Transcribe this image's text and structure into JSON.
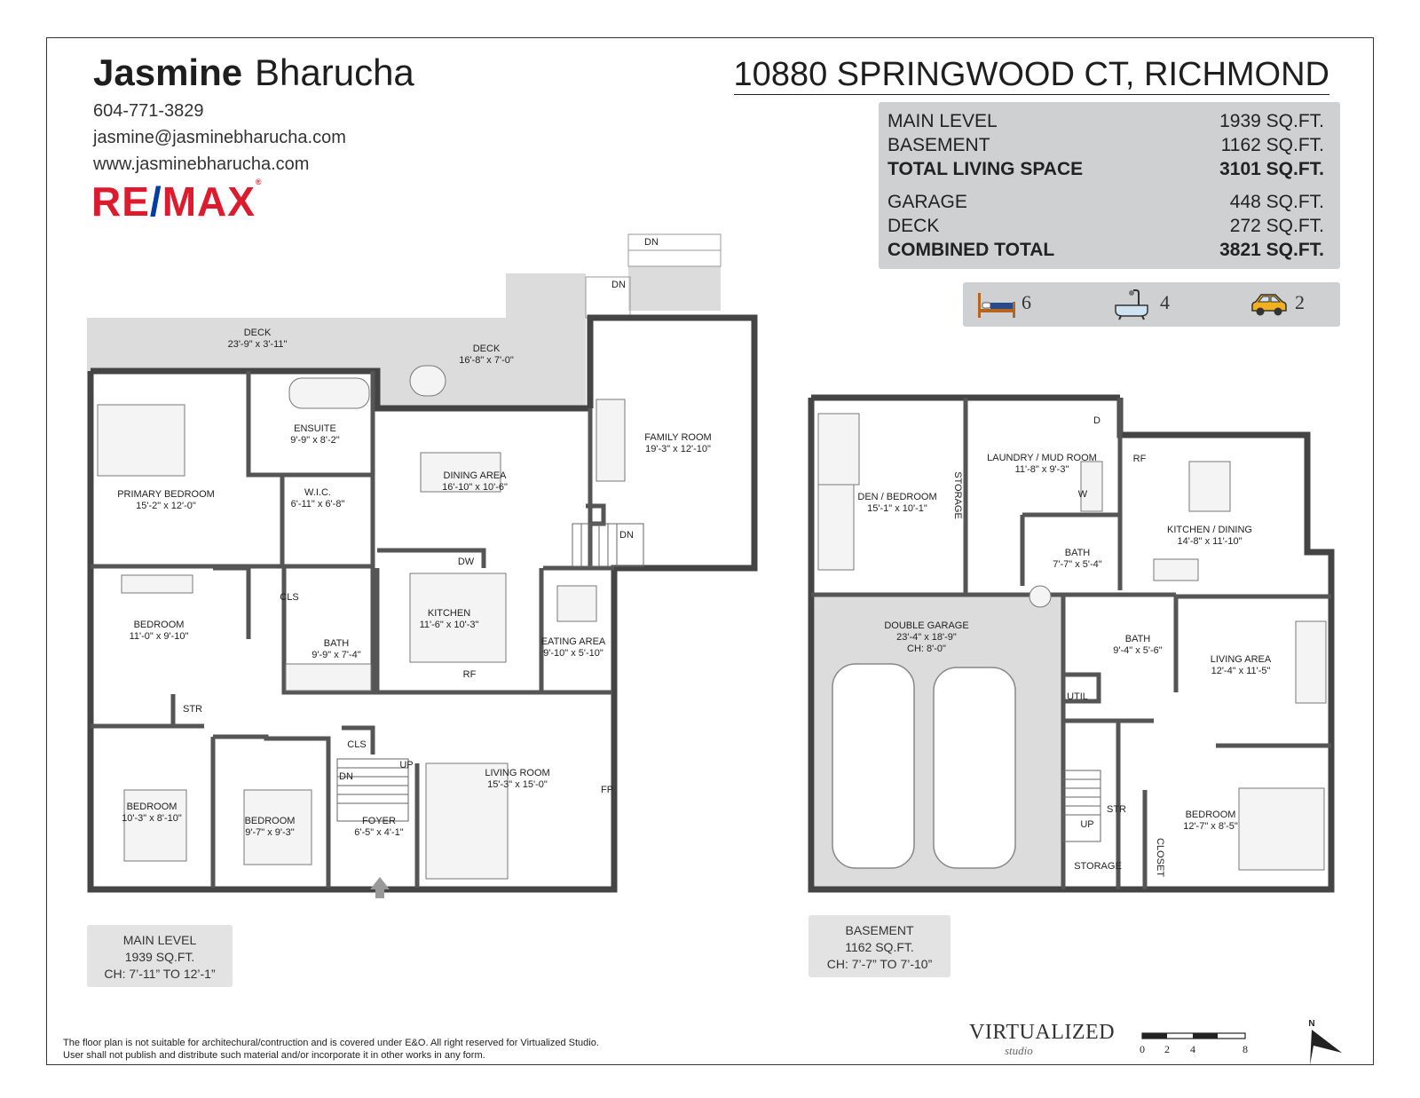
{
  "agent": {
    "first_name": "Jasmine",
    "last_name": "Bharucha",
    "phone": "604-771-3829",
    "email": "jasmine@jasminebharucha.com",
    "website": "www.jasminebharucha.com",
    "logo": {
      "re": "RE",
      "slash": "/",
      "max": "MAX",
      "mark": "®"
    }
  },
  "address": "10880 SPRINGWOOD CT, RICHMOND",
  "areas": [
    {
      "label": "MAIN LEVEL",
      "value": "1939 SQ.FT.",
      "bold": false
    },
    {
      "label": "BASEMENT",
      "value": "1162 SQ.FT.",
      "bold": false
    },
    {
      "label": "TOTAL LIVING SPACE",
      "value": "3101 SQ.FT.",
      "bold": true
    },
    {
      "label": "GARAGE",
      "value": "448 SQ.FT.",
      "bold": false
    },
    {
      "label": "DECK",
      "value": "272 SQ.FT.",
      "bold": false
    },
    {
      "label": "COMBINED TOTAL",
      "value": "3821 SQ.FT.",
      "bold": true
    }
  ],
  "features": {
    "bedrooms": {
      "icon": "bed-icon",
      "count": "6"
    },
    "bathrooms": {
      "icon": "bathtub-icon",
      "count": "4"
    },
    "parking": {
      "icon": "car-icon",
      "count": "2"
    }
  },
  "main_level": {
    "box": {
      "line1": "MAIN LEVEL",
      "line2": "1939 SQ.FT.",
      "line3": "CH: 7’-11” TO 12’-1”"
    },
    "rooms": [
      {
        "name": "DECK",
        "dim": "23'-9\" x 3'-11\""
      },
      {
        "name": "DECK",
        "dim": "16'-8\" x 7'-0\""
      },
      {
        "name": "FAMILY ROOM",
        "dim": "19'-3\" x 12'-10\""
      },
      {
        "name": "ENSUITE",
        "dim": "9'-9\" x 8'-2\""
      },
      {
        "name": "PRIMARY BEDROOM",
        "dim": "15'-2\" x 12'-0\""
      },
      {
        "name": "W.I.C.",
        "dim": "6'-11\" x 6'-8\""
      },
      {
        "name": "DINING AREA",
        "dim": "16'-10\" x 10'-6\""
      },
      {
        "name": "BEDROOM",
        "dim": "11'-0\" x 9'-10\""
      },
      {
        "name": "BATH",
        "dim": "9'-9\" x 7'-4\""
      },
      {
        "name": "KITCHEN",
        "dim": "11'-6\" x 10'-3\""
      },
      {
        "name": "EATING AREA",
        "dim": "9'-10\" x 5'-10\""
      },
      {
        "name": "LIVING ROOM",
        "dim": "15'-3\" x 15'-0\""
      },
      {
        "name": "BEDROOM",
        "dim": "10'-3\" x 8'-10\""
      },
      {
        "name": "BEDROOM",
        "dim": "9'-7\" x 9'-3\""
      },
      {
        "name": "FOYER",
        "dim": "6'-5\" x 4'-1\""
      }
    ],
    "tags": [
      "DN",
      "DN",
      "DN",
      "CLS",
      "CLS",
      "STR",
      "DW",
      "RF",
      "UP",
      "DN",
      "FP"
    ]
  },
  "basement": {
    "box": {
      "line1": "BASEMENT",
      "line2": "1162 SQ.FT.",
      "line3": "CH: 7’-7” TO 7’-10”"
    },
    "rooms": [
      {
        "name": "DEN / BEDROOM",
        "dim": "15'-1\" x 10'-1\""
      },
      {
        "name": "LAUNDRY / MUD ROOM",
        "dim": "11'-8\" x 9'-3\""
      },
      {
        "name": "KITCHEN / DINING",
        "dim": "14'-8\" x 11'-10\""
      },
      {
        "name": "BATH",
        "dim": "7'-7\" x 5'-4\""
      },
      {
        "name": "DOUBLE GARAGE",
        "dim": "23'-4\" x 18'-9\"",
        "extra": "CH: 8'-0\""
      },
      {
        "name": "BATH",
        "dim": "9'-4\" x 5'-6\""
      },
      {
        "name": "LIVING AREA",
        "dim": "12'-4\" x 11'-5\""
      },
      {
        "name": "BEDROOM",
        "dim": "12'-7\" x 8'-5\""
      }
    ],
    "tags": [
      "D",
      "W",
      "RF",
      "STORAGE",
      "UTIL",
      "STR",
      "UP",
      "STORAGE",
      "CLOSET"
    ]
  },
  "disclaimer": "The floor plan is not suitable for architechural/contruction and is covered under E&O. All right reserved for Virtualized Studio. User shall not publish and distribute such material and/or incorporate it in other works in any form.",
  "studio": {
    "name": "VIRTUALIZED",
    "sub": "studio"
  },
  "scale": {
    "ticks": [
      "0",
      "2",
      "4",
      "8"
    ],
    "north": "N"
  }
}
